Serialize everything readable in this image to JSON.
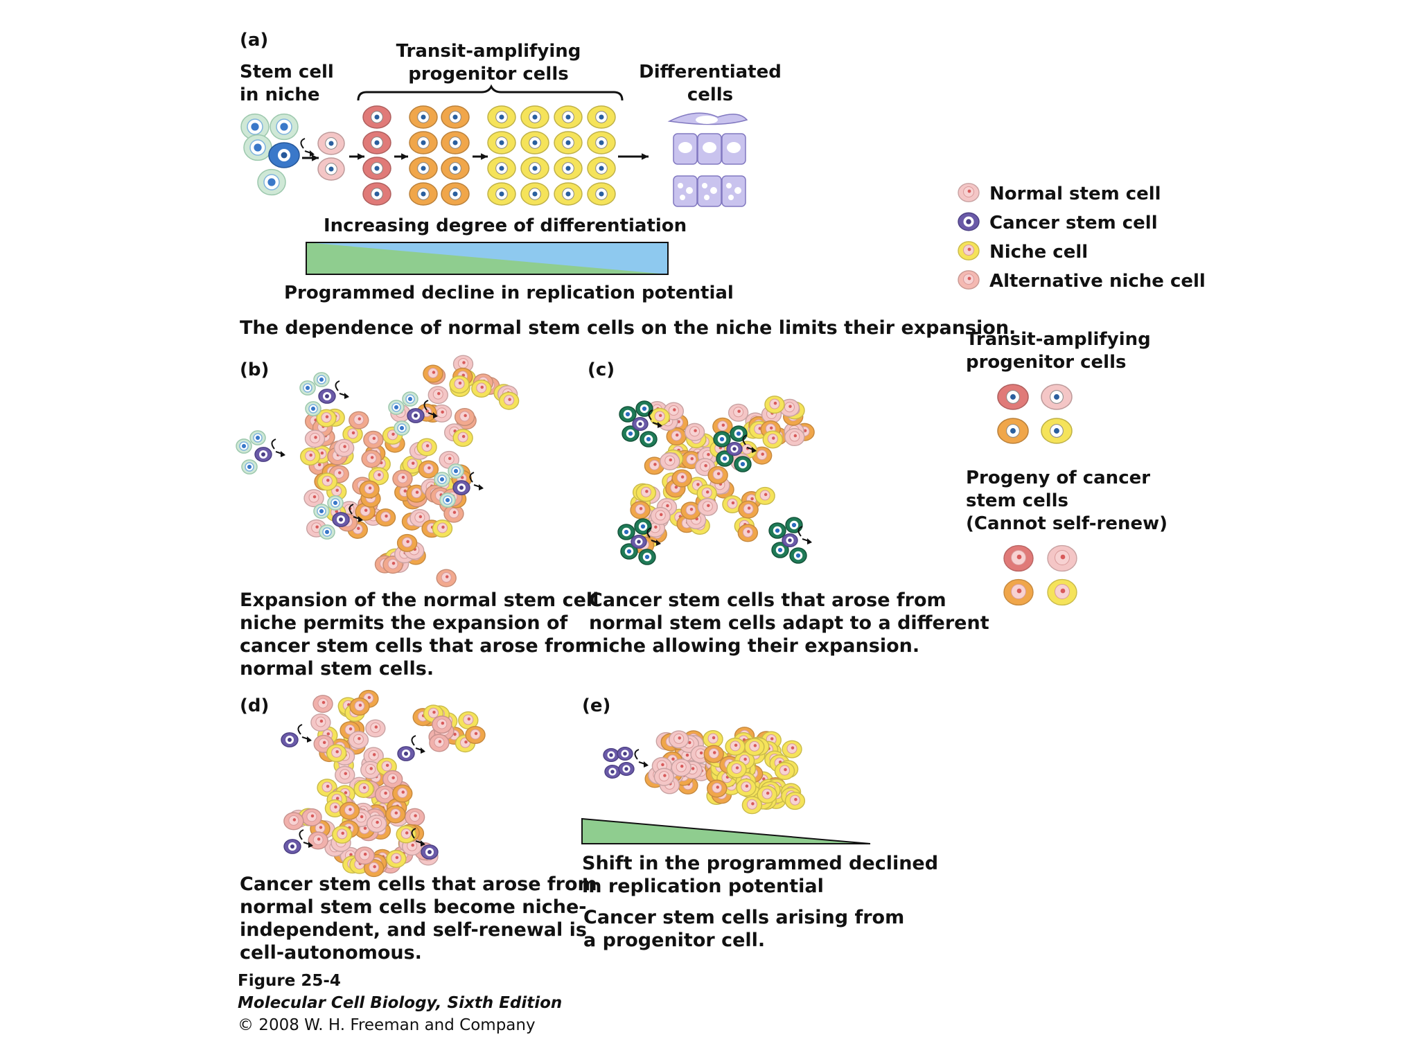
{
  "panel_a": {
    "label": "(a)",
    "stem_cell_label": "Stem cell\nin niche",
    "transit_label": "Transit-amplifying\nprogenitor cells",
    "differentiated_label": "Differentiated\ncells",
    "increasing_label": "Increasing degree of differentiation",
    "decline_label": "Programmed decline in replication potential",
    "caption": "The dependence of normal stem cells on the niche limits their expansion."
  },
  "panel_b": {
    "label": "(b)",
    "caption": "Expansion of the normal stem cell\nniche permits the expansion of\ncancer stem cells that arose from\nnormal stem cells."
  },
  "panel_c": {
    "label": "(c)",
    "caption": "Cancer stem cells that arose from\nnormal stem cells adapt to a different\nniche allowing their expansion."
  },
  "panel_d": {
    "label": "(d)",
    "caption": "Cancer stem cells that arose from\nnormal stem cells become niche-\nindependent, and self-renewal is\ncell-autonomous."
  },
  "panel_e": {
    "label": "(e)",
    "shift_label": "Shift in the programmed declined\nin replication potential",
    "caption": "Cancer stem cells arising from\na progenitor cell."
  },
  "legend": {
    "items": [
      {
        "label": "Normal stem cell",
        "color": "#f4c6c6"
      },
      {
        "label": "Cancer stem cell",
        "color": "#6a5aa8"
      },
      {
        "label": "Niche cell",
        "color": "#f5e35a"
      },
      {
        "label": "Alternative niche cell",
        "color": "#f1b1ac"
      }
    ],
    "transit_title": "Transit-amplifying\nprogenitor cells",
    "progeny_title": "Progeny of cancer\nstem cells\n(Cannot self-renew)"
  },
  "credit": {
    "figure": "Figure 25-4",
    "book": "Molecular Cell Biology, Sixth Edition",
    "copyright": "© 2008 W. H. Freeman and Company"
  },
  "colors": {
    "stem_niche_fill": "#cfe8d6",
    "stem_blue": "#3a78c9",
    "red_progenitor": "#e07a78",
    "orange_progenitor": "#f0a64a",
    "yellow_progenitor": "#f5e35a",
    "pink_progenitor": "#f4c6c6",
    "cancer_stem": "#6a5aa8",
    "dark_green_niche": "#1f7a57",
    "differentiated": "#c9c3ee",
    "gradient_green": "#8fcd8f",
    "gradient_blue": "#8ec9ef"
  }
}
